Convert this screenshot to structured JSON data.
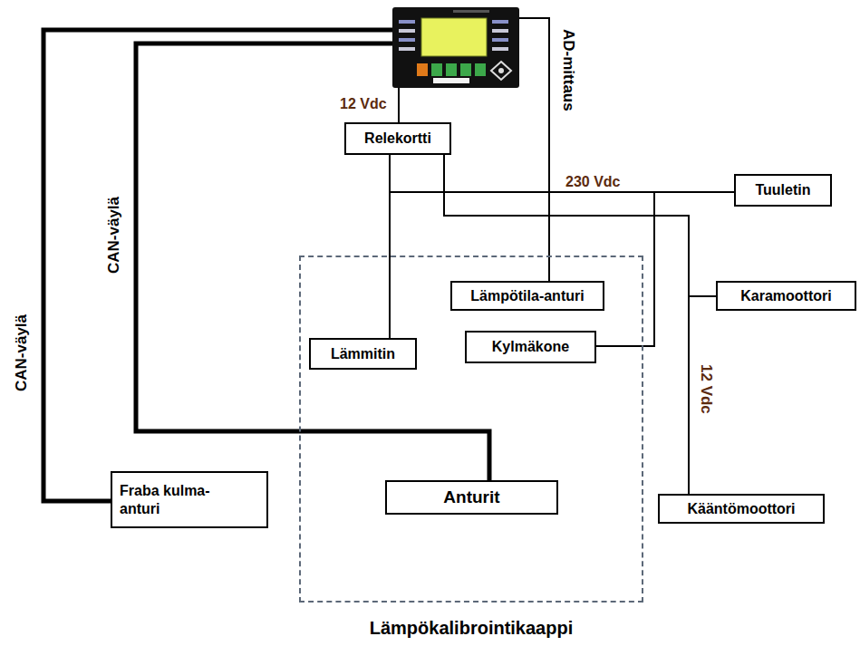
{
  "diagram": {
    "nodes": [
      {
        "text": [
          "Relekortti"
        ]
      },
      {
        "text": [
          "Tuuletin"
        ]
      },
      {
        "text": [
          "Lämpökalibrointikaappi"
        ]
      },
      {
        "text": [
          "Lämpötila-anturi"
        ],
        "in": 2
      },
      {
        "text": [
          "Karamoottori"
        ]
      },
      {
        "text": [
          "Lämmitin"
        ],
        "in": 2
      },
      {
        "text": [
          "Kylmäkone"
        ],
        "in": 2
      },
      {
        "text": [
          "Fraba kulma-anturi"
        ]
      },
      {
        "text": [
          "Anturit"
        ],
        "in": 2
      },
      {
        "text": [
          "Kääntömoottori"
        ]
      }
    ],
    "edges": [
      {
        "from": 0,
        "to": 5,
        "arrow": "none"
      },
      {
        "from": 0,
        "to": 1,
        "label": "230 Vdc",
        "arrow": "none"
      },
      {
        "from": 0,
        "to": 6,
        "arrow": "none"
      },
      {
        "from": 0,
        "to": 4,
        "arrow": "none"
      },
      {
        "from": 0,
        "to": 9,
        "label": "12 Vdc",
        "arrow": "none"
      }
    ],
    "labels": [
      "12 Vdc",
      "AD-mittaus",
      "CAN-väylä",
      "CAN-väylä"
    ]
  }
}
